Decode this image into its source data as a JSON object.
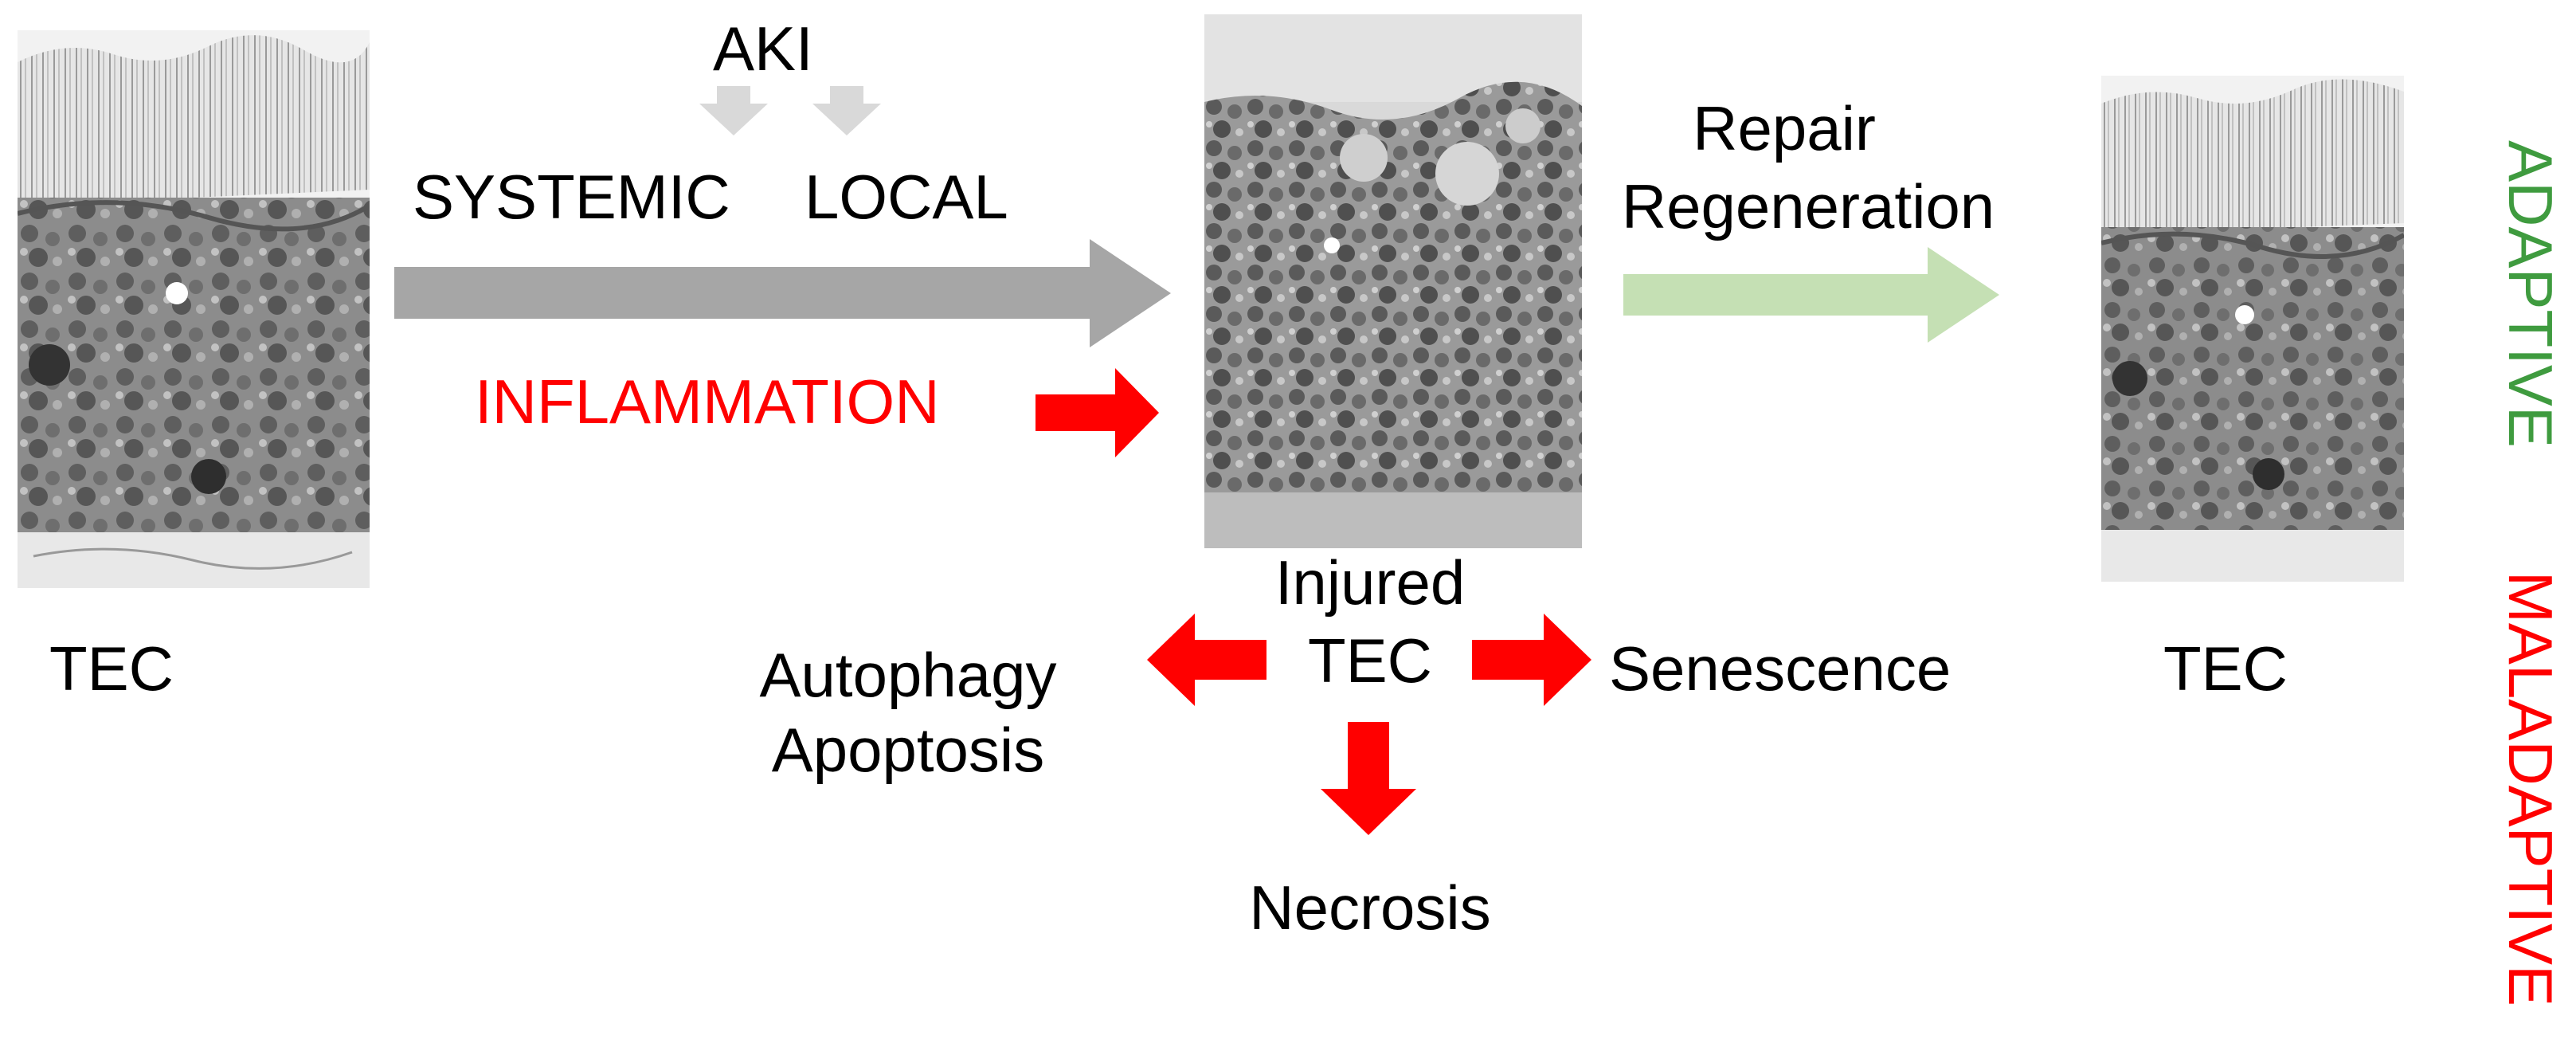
{
  "labels": {
    "aki": "AKI",
    "systemic": "SYSTEMIC",
    "local": "LOCAL",
    "inflammation": "INFLAMMATION",
    "repair_regeneration_1": "Repair",
    "repair_regeneration_2": "Regeneration",
    "tec_left": "TEC",
    "injured": "Injured",
    "tec_center": "TEC",
    "tec_right": "TEC",
    "autophagy": "Autophagy",
    "apoptosis": "Apoptosis",
    "senescence": "Senescence",
    "necrosis": "Necrosis",
    "adaptive": "ADAPTIVE",
    "maladaptive": "MALADAPTIVE"
  },
  "colors": {
    "gray_arrow": "#a6a6a6",
    "light_gray_arrow": "#d9d9d9",
    "green_arrow": "#c5e0b4",
    "red": "#ff0000",
    "adaptive_green": "#3f9b3f",
    "text": "#000000"
  }
}
